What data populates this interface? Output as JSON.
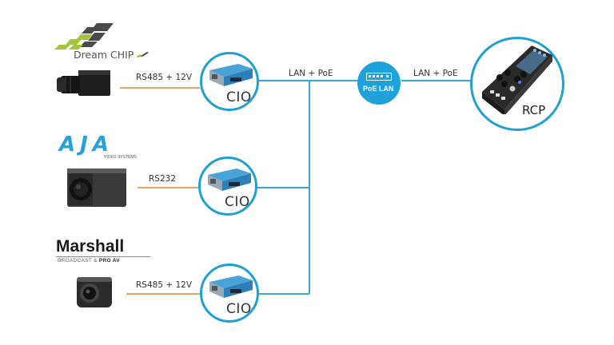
{
  "colors": {
    "serial_line": "#e8a266",
    "network_line": "#3da3d6",
    "circle_border": "#1fa1cf",
    "poe_fill": "#1fa1dc",
    "dreamchip_green": "#a6c43a",
    "dreamchip_gray": "#4a4a4a",
    "aja_blue": "#2a9fd8",
    "marshall_dark": "#1a1a1a"
  },
  "cameras": [
    {
      "brand": "Dream Chip",
      "brand_logo_text": "Dream CHIP",
      "connection": "RS485 + 12V",
      "device": "CIO"
    },
    {
      "brand": "AJA",
      "brand_logo_text": "AJA",
      "brand_sub": "VIDEO SYSTEMS",
      "connection": "RS232",
      "device": "CIO"
    },
    {
      "brand": "Marshall",
      "brand_logo_text": "Marshall",
      "brand_sub_a": "BROADCAST & ",
      "brand_sub_b": "PRO AV",
      "connection": "RS485 + 12V",
      "device": "CIO"
    }
  ],
  "network": {
    "left_link": "LAN + PoE",
    "switch_label": "PoE LAN",
    "right_link": "LAN + PoE",
    "controller": "RCP"
  }
}
